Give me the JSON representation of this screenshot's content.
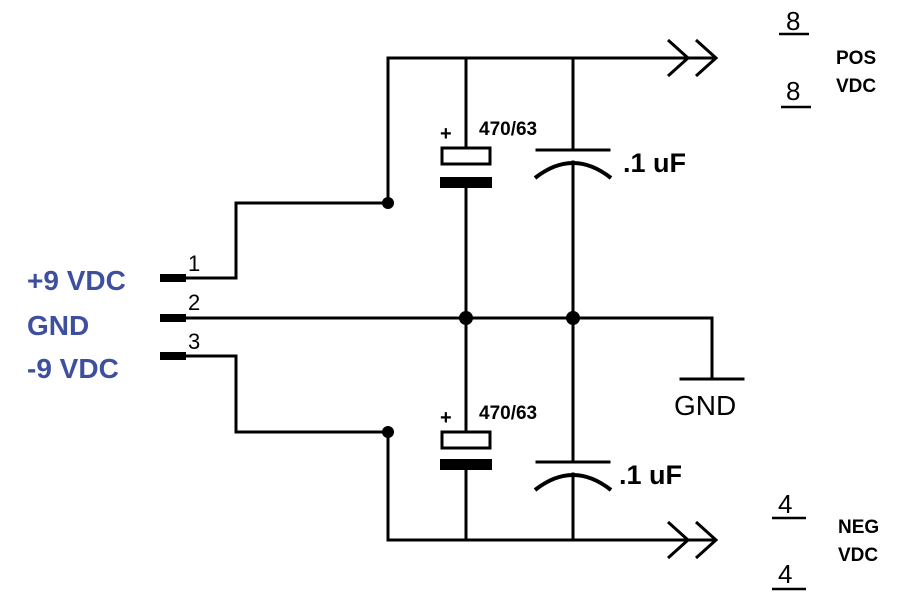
{
  "connector": {
    "pins": [
      {
        "number": "1",
        "label": "+9 VDC"
      },
      {
        "number": "2",
        "label": "GND"
      },
      {
        "number": "3",
        "label": "-9 VDC"
      }
    ]
  },
  "capacitors": {
    "top_electrolytic": {
      "polarity": "+",
      "value": "470/63"
    },
    "top_ceramic": {
      "value": ".1 uF"
    },
    "bottom_electrolytic": {
      "polarity": "+",
      "value": "470/63"
    },
    "bottom_ceramic": {
      "value": ".1 uF"
    }
  },
  "ground_symbol": {
    "label": "GND"
  },
  "pos_output": {
    "pin_top": "8",
    "pin_bottom": "8",
    "label_line1": "POS",
    "label_line2": "VDC"
  },
  "neg_output": {
    "pin_top": "4",
    "pin_bottom": "4",
    "label_line1": "NEG",
    "label_line2": "VDC"
  },
  "colors": {
    "connector_label": "#3f4fa0",
    "wire": "#000000"
  }
}
